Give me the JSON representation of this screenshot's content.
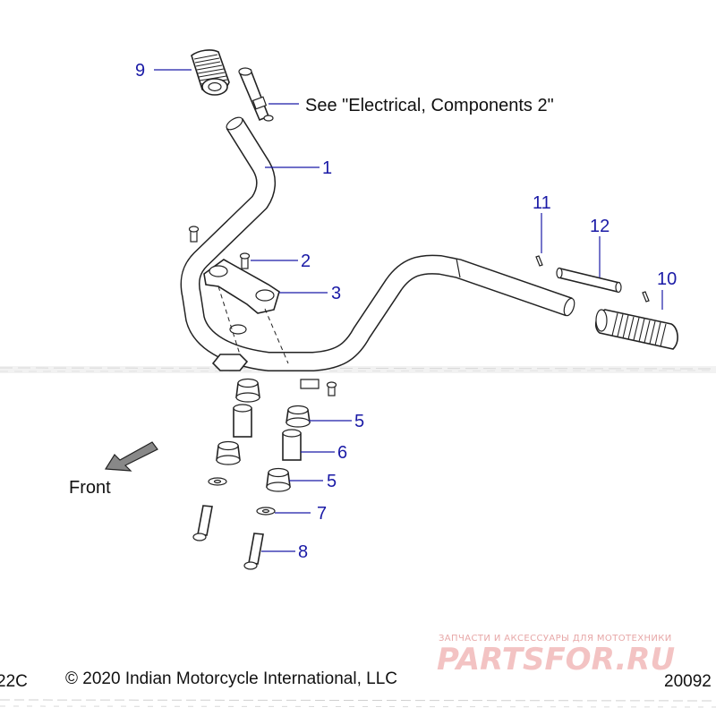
{
  "callouts": {
    "c1": "1",
    "c2": "2",
    "c3": "3",
    "c5a": "5",
    "c6": "6",
    "c5b": "5",
    "c7": "7",
    "c8": "8",
    "c9": "9",
    "c10": "10",
    "c11": "11",
    "c12": "12"
  },
  "note_electrical": "See \"Electrical, Components 2\"",
  "front_label": "Front",
  "copyright": "© 2020 Indian Motorcycle International, LLC",
  "code_left": "22C",
  "code_right": "20092",
  "watermark": {
    "tagline": "ЗАПЧАСТИ И АКСЕССУАРЫ ДЛЯ МОТОТЕХНИКИ",
    "brand": "PARTSFOR.RU"
  },
  "colors": {
    "callout": "#1a1aa6",
    "line": "#222222",
    "watermark": "#f3c3c3"
  }
}
